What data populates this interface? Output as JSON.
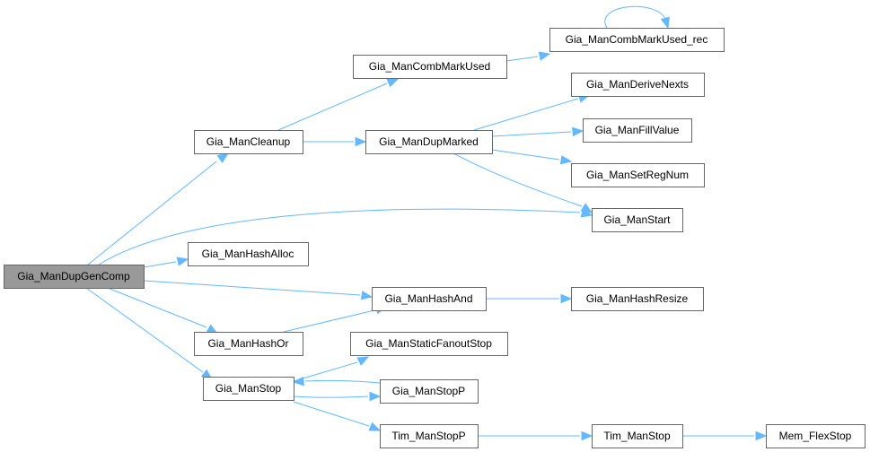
{
  "diagram": {
    "type": "call-graph",
    "root": "Gia_ManDupGenComp",
    "colors": {
      "edge": "#63b8ff",
      "root_fill": "#999999",
      "node_fill": "#ffffff",
      "node_border": "#666666"
    },
    "nodes": [
      {
        "id": "n0",
        "label": "Gia_ManDupGenComp",
        "root": true
      },
      {
        "id": "n1",
        "label": "Gia_ManCleanup"
      },
      {
        "id": "n2",
        "label": "Gia_ManCombMarkUsed"
      },
      {
        "id": "n3",
        "label": "Gia_ManCombMarkUsed_rec"
      },
      {
        "id": "n4",
        "label": "Gia_ManDupMarked"
      },
      {
        "id": "n5",
        "label": "Gia_ManDeriveNexts"
      },
      {
        "id": "n6",
        "label": "Gia_ManFillValue"
      },
      {
        "id": "n7",
        "label": "Gia_ManSetRegNum"
      },
      {
        "id": "n8",
        "label": "Gia_ManStart"
      },
      {
        "id": "n9",
        "label": "Gia_ManHashAlloc"
      },
      {
        "id": "n10",
        "label": "Gia_ManHashAnd"
      },
      {
        "id": "n11",
        "label": "Gia_ManHashResize"
      },
      {
        "id": "n12",
        "label": "Gia_ManHashOr"
      },
      {
        "id": "n13",
        "label": "Gia_ManStop"
      },
      {
        "id": "n14",
        "label": "Gia_ManStaticFanoutStop"
      },
      {
        "id": "n15",
        "label": "Gia_ManStopP"
      },
      {
        "id": "n16",
        "label": "Tim_ManStopP"
      },
      {
        "id": "n17",
        "label": "Tim_ManStop"
      },
      {
        "id": "n18",
        "label": "Mem_FlexStop"
      }
    ],
    "edges": [
      {
        "from": "n0",
        "to": "n1"
      },
      {
        "from": "n0",
        "to": "n8"
      },
      {
        "from": "n0",
        "to": "n9"
      },
      {
        "from": "n0",
        "to": "n10"
      },
      {
        "from": "n0",
        "to": "n12"
      },
      {
        "from": "n0",
        "to": "n13"
      },
      {
        "from": "n1",
        "to": "n2"
      },
      {
        "from": "n1",
        "to": "n4"
      },
      {
        "from": "n2",
        "to": "n3"
      },
      {
        "from": "n3",
        "to": "n3"
      },
      {
        "from": "n4",
        "to": "n5"
      },
      {
        "from": "n4",
        "to": "n6"
      },
      {
        "from": "n4",
        "to": "n7"
      },
      {
        "from": "n4",
        "to": "n8"
      },
      {
        "from": "n10",
        "to": "n11"
      },
      {
        "from": "n12",
        "to": "n10"
      },
      {
        "from": "n13",
        "to": "n14"
      },
      {
        "from": "n13",
        "to": "n15"
      },
      {
        "from": "n15",
        "to": "n13"
      },
      {
        "from": "n13",
        "to": "n16"
      },
      {
        "from": "n16",
        "to": "n17"
      },
      {
        "from": "n17",
        "to": "n18"
      }
    ]
  }
}
